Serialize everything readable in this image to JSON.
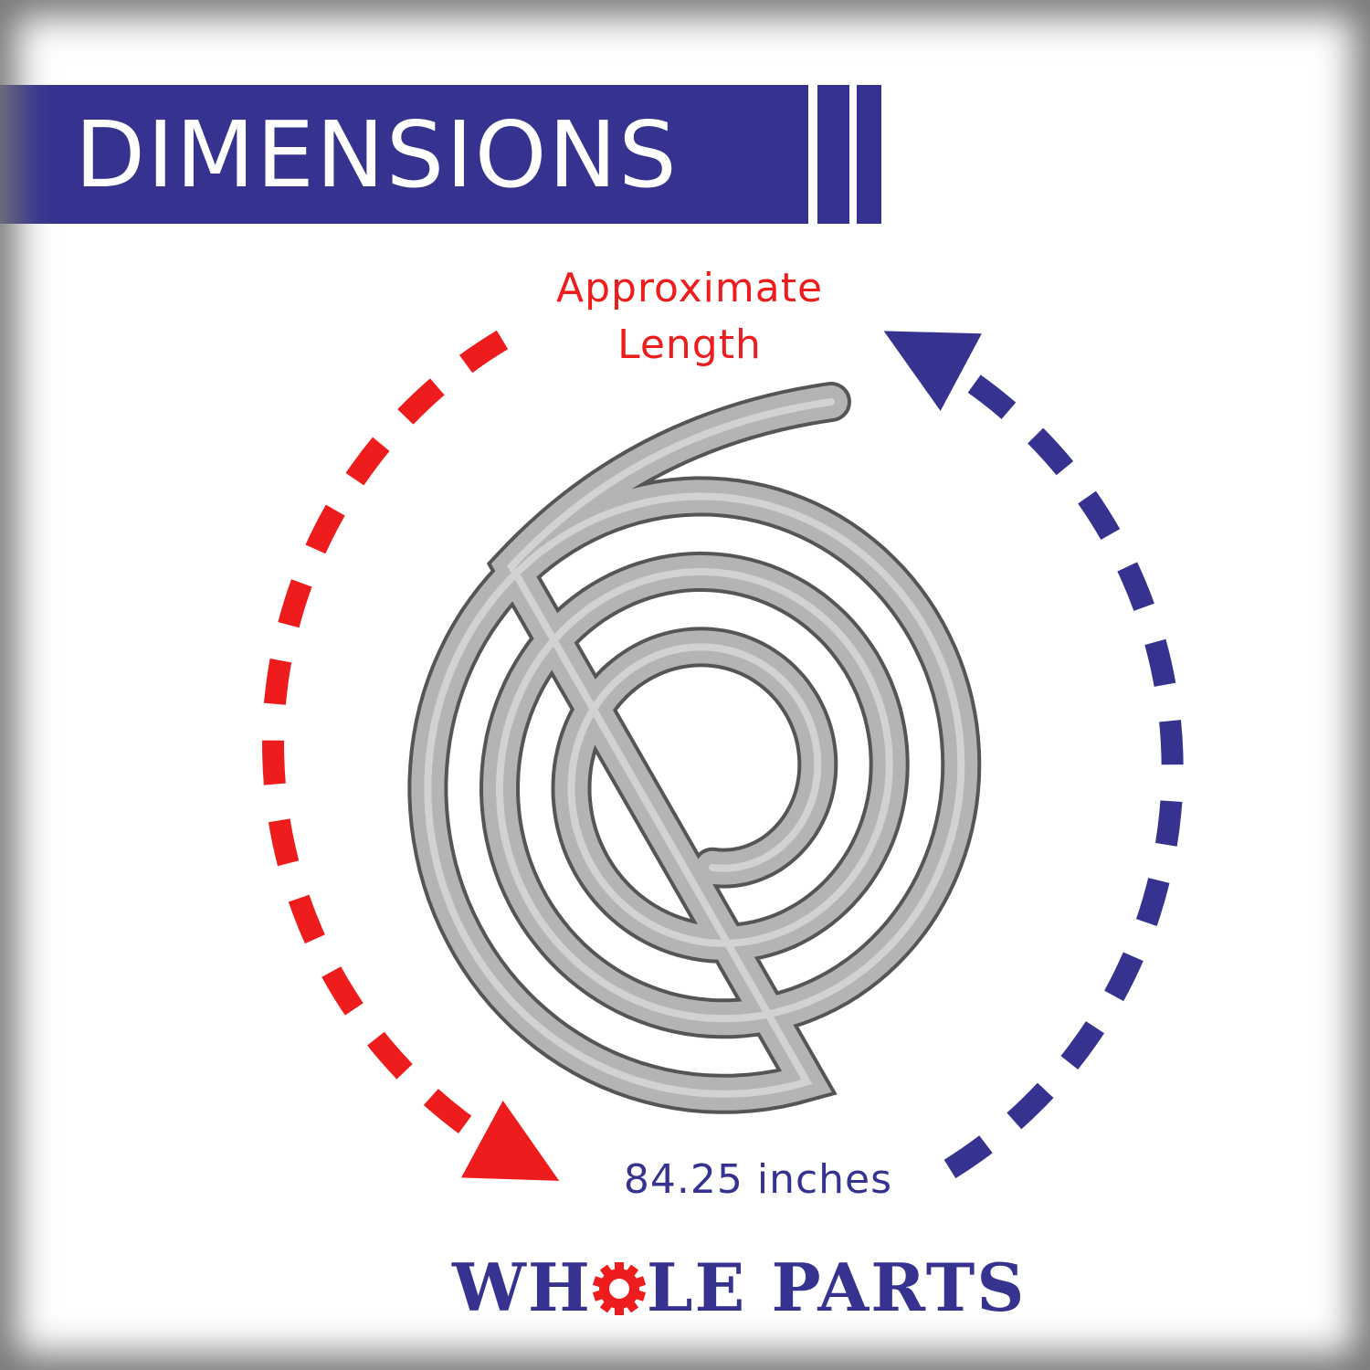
{
  "header": {
    "title": "DIMENSIONS"
  },
  "annotation": {
    "line1": "Approximate",
    "line2": "Length",
    "measurement": "84.25 inches"
  },
  "brand": {
    "logo_text": "WHOLE PARTS",
    "left": "WH",
    "right": "LE PARTS"
  },
  "colors": {
    "navy": "#35338f",
    "red": "#ee1c1c",
    "gasket": "#a9a9a9"
  }
}
